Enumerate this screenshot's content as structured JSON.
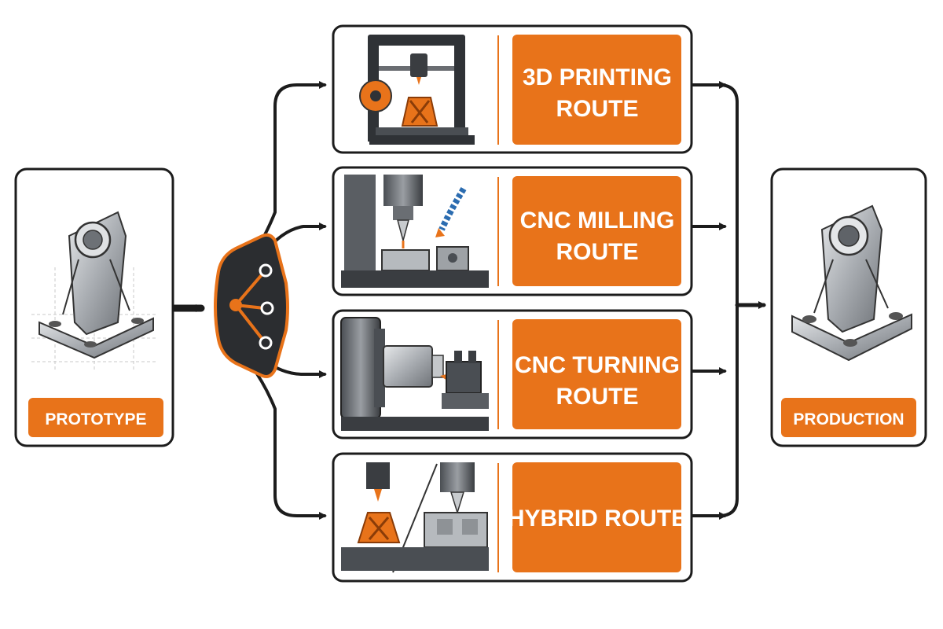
{
  "source": {
    "label": "PROTOTYPE",
    "icon": "bracket-sketch-icon"
  },
  "decision": {
    "icon": "branch-node-icon"
  },
  "routes": [
    {
      "line1": "3D PRINTING",
      "line2": "ROUTE",
      "icon": "3d-printer-icon"
    },
    {
      "line1": "CNC MILLING",
      "line2": "ROUTE",
      "icon": "milling-machine-icon"
    },
    {
      "line1": "CNC TURNING",
      "line2": "ROUTE",
      "icon": "lathe-icon"
    },
    {
      "line1": "HYBRID ROUTE",
      "line2": "",
      "icon": "hybrid-machine-icon"
    }
  ],
  "target": {
    "label": "PRODUCTION",
    "icon": "bracket-metal-icon"
  },
  "colors": {
    "accent": "#e8731a",
    "stroke": "#1c1c1c",
    "metal": "#a9adb2",
    "dark": "#2f3236"
  }
}
